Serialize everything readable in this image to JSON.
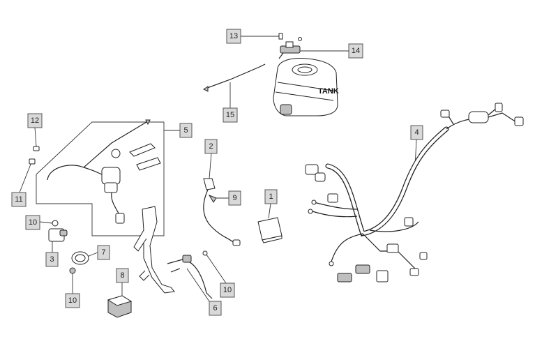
{
  "diagram": {
    "labels": {
      "tank": "TANK"
    },
    "callouts": [
      {
        "id": "c1",
        "text": "1"
      },
      {
        "id": "c2",
        "text": "2"
      },
      {
        "id": "c3",
        "text": "3"
      },
      {
        "id": "c4",
        "text": "4"
      },
      {
        "id": "c5",
        "text": "5"
      },
      {
        "id": "c6",
        "text": "6"
      },
      {
        "id": "c7",
        "text": "7"
      },
      {
        "id": "c8",
        "text": "8"
      },
      {
        "id": "c9",
        "text": "9"
      },
      {
        "id": "c10a",
        "text": "10"
      },
      {
        "id": "c10b",
        "text": "10"
      },
      {
        "id": "c10c",
        "text": "10"
      },
      {
        "id": "c11",
        "text": "11"
      },
      {
        "id": "c12",
        "text": "12"
      },
      {
        "id": "c13",
        "text": "13"
      },
      {
        "id": "c14",
        "text": "14"
      },
      {
        "id": "c15",
        "text": "15"
      }
    ]
  }
}
